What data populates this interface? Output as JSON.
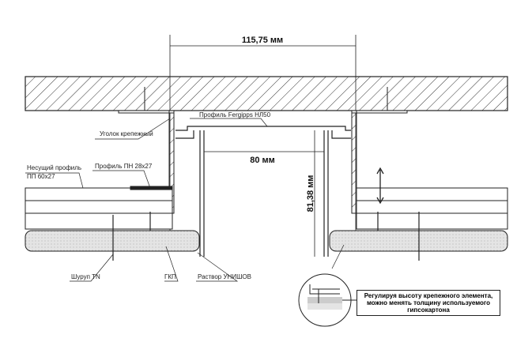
{
  "dimensions": {
    "overall_width": "115,75 мм",
    "inner_width": "80 мм",
    "inner_height": "81,38 мм"
  },
  "labels": {
    "nl50_profile": "Профиль Fergipps НЛ50",
    "mounting_angle": "Уголок крепежный",
    "carrier_profile_line1": "Несущий профиль",
    "carrier_profile_line2": "ПП 60x27",
    "pn_profile": "Профиль ПН 28x27",
    "screw": "Шуруп TN",
    "gkp": "ГКП",
    "mortar": "Раствор УНИШОВ"
  },
  "callout": {
    "text": "Регулируя высоту крепежного элемента, можно менять толщину используемого гипсокартона"
  }
}
